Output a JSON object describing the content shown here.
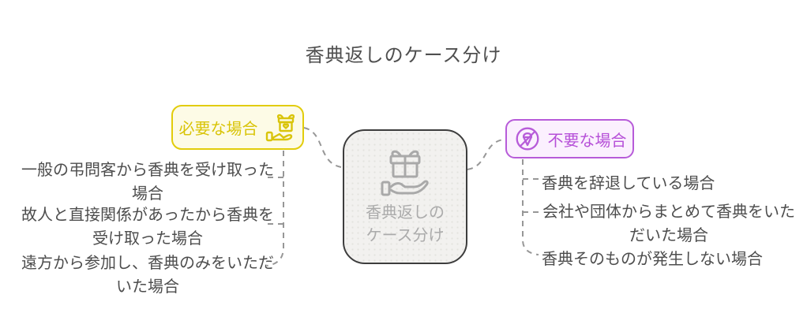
{
  "title": "香典返しのケース分け",
  "center_node": {
    "label_line1": "香典返しの",
    "label_line2": "ケース分け",
    "icon": "gift-on-hand-icon"
  },
  "branches": {
    "required": {
      "label": "必要な場合",
      "icon": "gift-heart-hand-icon",
      "accent_color": "#d9c407",
      "background_color": "#fdfbe6",
      "items": [
        "一般の弔問客から香典を受け取った場合",
        "故人と直接関係があったから香典を受け取った場合",
        "遠方から参加し、香典のみをいただいた場合"
      ]
    },
    "not_required": {
      "label": "不要な場合",
      "icon": "no-gift-icon",
      "accent_color": "#b75bd9",
      "background_color": "#fbf0fe",
      "items": [
        "香典を辞退している場合",
        "会社や団体からまとめて香典をいただいた場合",
        "香典そのものが発生しない場合"
      ]
    }
  },
  "colors": {
    "text": "#4d4d4d",
    "muted_text": "#ababab",
    "connector": "#979797",
    "center_border": "#3d3d3d",
    "background": "#ffffff"
  }
}
